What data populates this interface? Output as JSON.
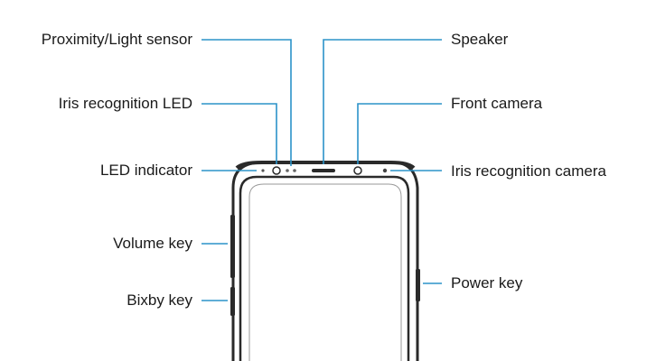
{
  "colors": {
    "callout_line": "#2b93c9",
    "device_outline": "#2a2a2a",
    "label_text": "#1a1a1a",
    "background": "#ffffff"
  },
  "labels": {
    "proximity_light_sensor": "Proximity/Light sensor",
    "iris_recognition_led": "Iris recognition LED",
    "led_indicator": "LED indicator",
    "volume_key": "Volume key",
    "bixby_key": "Bixby key",
    "speaker": "Speaker",
    "front_camera": "Front camera",
    "iris_recognition_camera": "Iris recognition camera",
    "power_key": "Power key"
  }
}
